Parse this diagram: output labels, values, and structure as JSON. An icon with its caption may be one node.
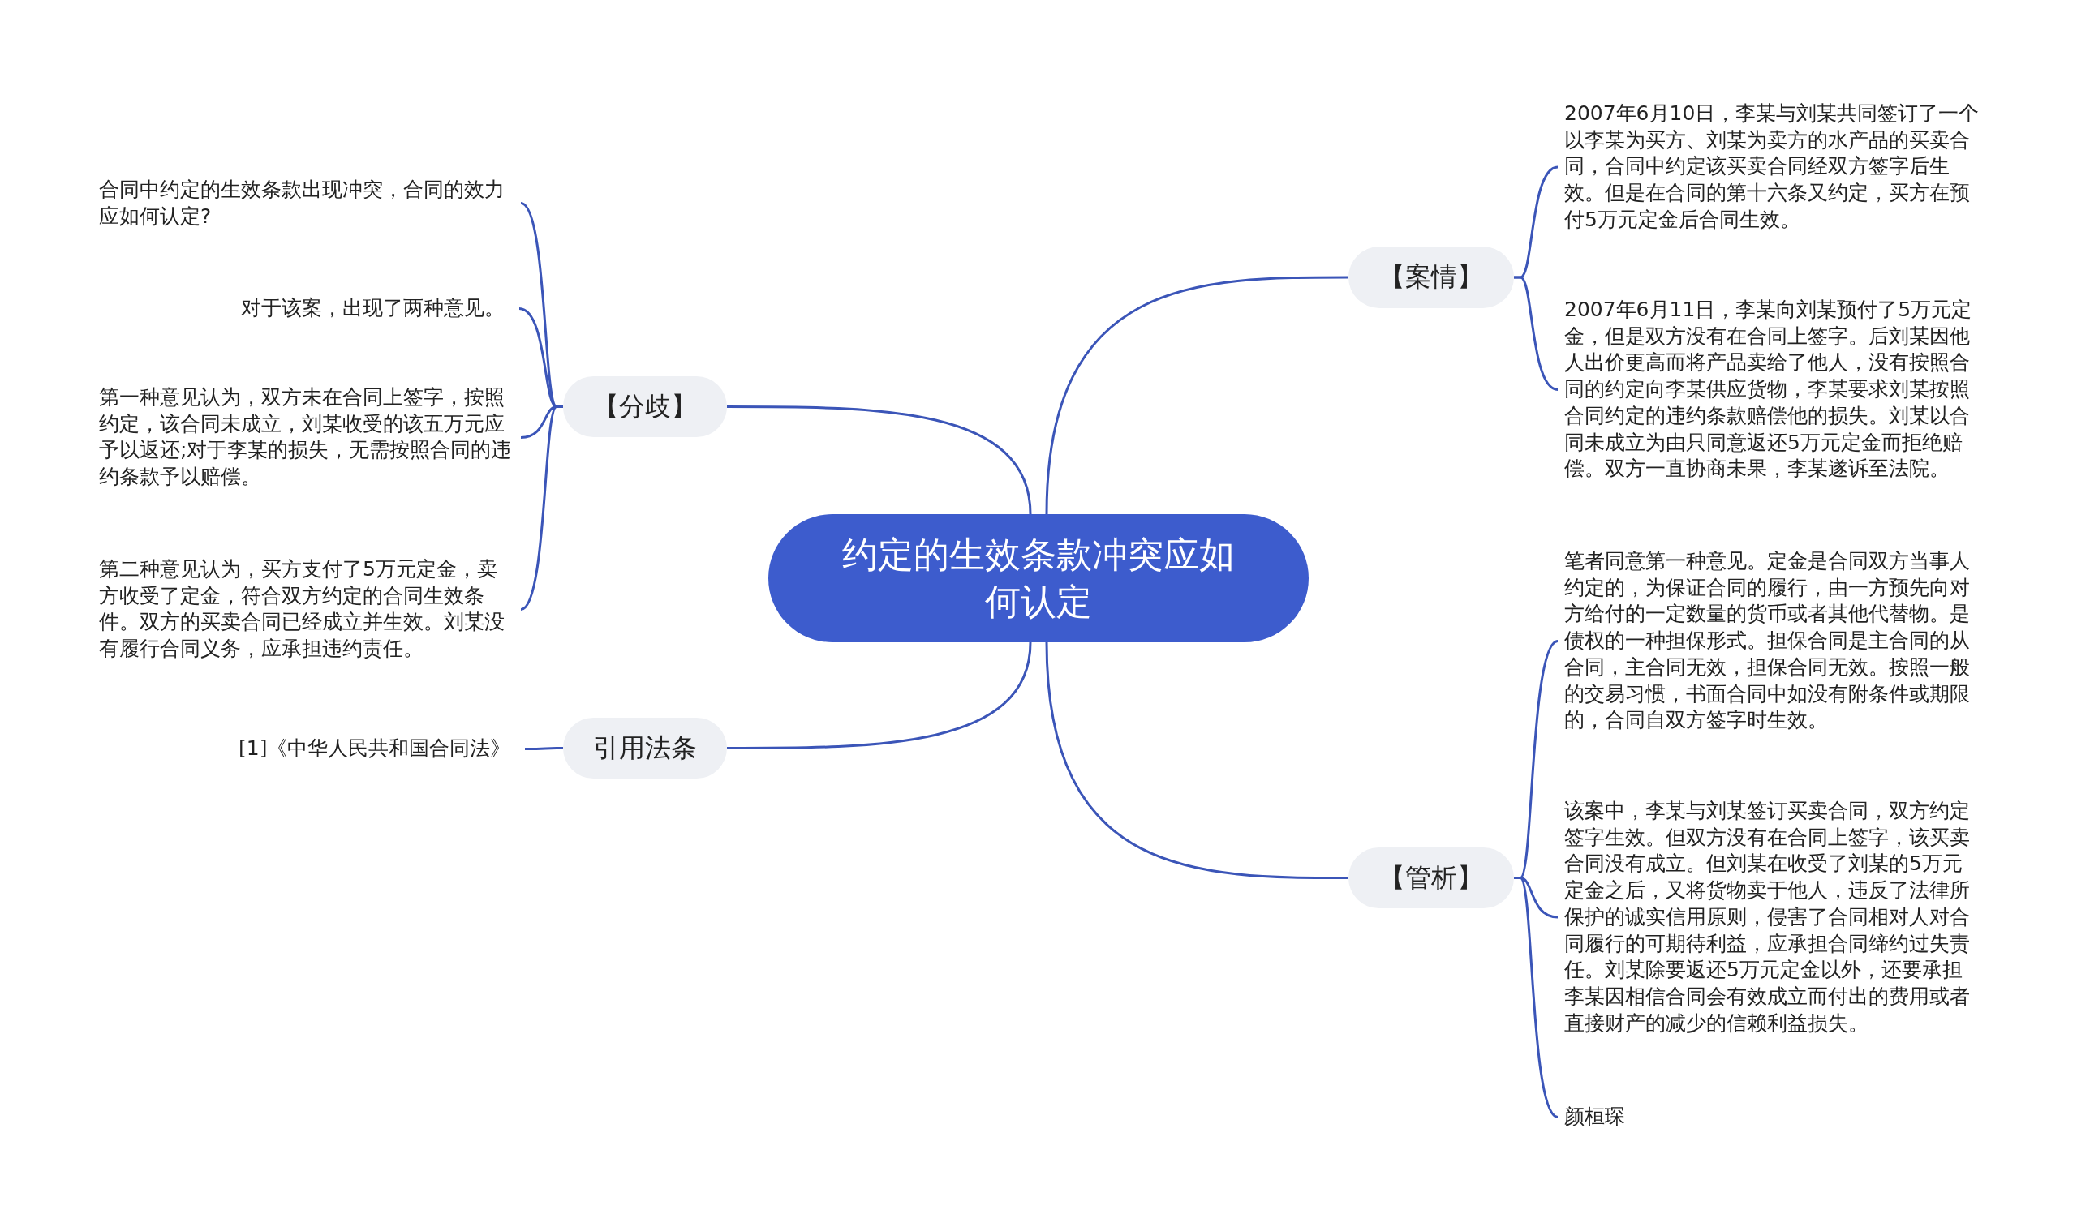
{
  "diagram": {
    "nodes": [
      {
        "text": [
          "约定的生效条款冲突应如何认定"
        ]
      },
      {
        "text": [
          "【案情】"
        ]
      },
      {
        "text": [
          "2007年6月10日，李某与刘某共同签订了一个以李某为买方、刘某为卖方的水产品的买卖合同，合同中约定该买卖合同经双方签字后生效。但是在合同的第十六条又约定，买方在预付5万元定金后合同生效。"
        ]
      },
      {
        "text": [
          "2007年6月11日，李某向刘某预付了5万元定金，但是双方没有在合同上签字。后刘某因他人出价更高而将产品卖给了他人，没有按照合同的约定向李某供应货物，李某要求刘某按照合同约定的违约条款赔偿他的损失。刘某以合同未成立为由只同意返还5万元定金而拒绝赔偿。双方一直协商未果，李某遂诉至法院。"
        ]
      },
      {
        "text": [
          "【分歧】"
        ]
      },
      {
        "text": [
          "合同中约定的生效条款出现冲突，合同的效力应如何认定?"
        ]
      },
      {
        "text": [
          "对于该案，出现了两种意见。"
        ]
      },
      {
        "text": [
          "第一种意见认为，双方未在合同上签字，按照约定，该合同未成立，刘某收受的该五万元应予以返还;对于李某的损失，无需按照合同的违约条款予以赔偿。"
        ]
      },
      {
        "text": [
          "第二种意见认为，买方支付了5万元定金，卖方收受了定金，符合双方约定的合同生效条件。双方的买卖合同已经成立并生效。刘某没有履行合同义务，应承担违约责任。"
        ]
      },
      {
        "text": [
          "【管析】"
        ]
      },
      {
        "text": [
          "笔者同意第一种意见。定金是合同双方当事人约定的，为保证合同的履行，由一方预先向对方给付的一定数量的货币或者其他代替物。是债权的一种担保形式。担保合同是主合同的从合同，主合同无效，担保合同无效。按照一般的交易习惯，书面合同中如没有附条件或期限的，合同自双方签字时生效。"
        ]
      },
      {
        "text": [
          "该案中，李某与刘某签订买卖合同，双方约定签字生效。但双方没有在合同上签字，该买卖合同没有成立。但刘某在收受了刘某的5万元定金之后，又将货物卖于他人，违反了法律所保护的诚实信用原则，侵害了合同相对人对合同履行的可期待利益，应承担合同缔约过失责任。刘某除要返还5万元定金以外，还要承担李某因相信合同会有效成立而付出的费用或者直接财产的减少的信赖利益损失。"
        ]
      },
      {
        "text": [
          "颜桓琛"
        ]
      },
      {
        "text": [
          "引用法条"
        ]
      },
      {
        "text": [
          "[1]《中华人民共和国合同法》"
        ]
      }
    ],
    "edges": [
      {
        "from": 0,
        "to": 1,
        "arrow": "none"
      },
      {
        "from": 1,
        "to": 2,
        "arrow": "none"
      },
      {
        "from": 1,
        "to": 3,
        "arrow": "none"
      },
      {
        "from": 0,
        "to": 4,
        "arrow": "none"
      },
      {
        "from": 4,
        "to": 5,
        "arrow": "none"
      },
      {
        "from": 4,
        "to": 6,
        "arrow": "none"
      },
      {
        "from": 4,
        "to": 7,
        "arrow": "none"
      },
      {
        "from": 4,
        "to": 8,
        "arrow": "none"
      },
      {
        "from": 0,
        "to": 9,
        "arrow": "none"
      },
      {
        "from": 9,
        "to": 10,
        "arrow": "none"
      },
      {
        "from": 9,
        "to": 11,
        "arrow": "none"
      },
      {
        "from": 9,
        "to": 12,
        "arrow": "none"
      },
      {
        "from": 0,
        "to": 13,
        "arrow": "none"
      },
      {
        "from": 13,
        "to": 14,
        "arrow": "none"
      }
    ]
  }
}
